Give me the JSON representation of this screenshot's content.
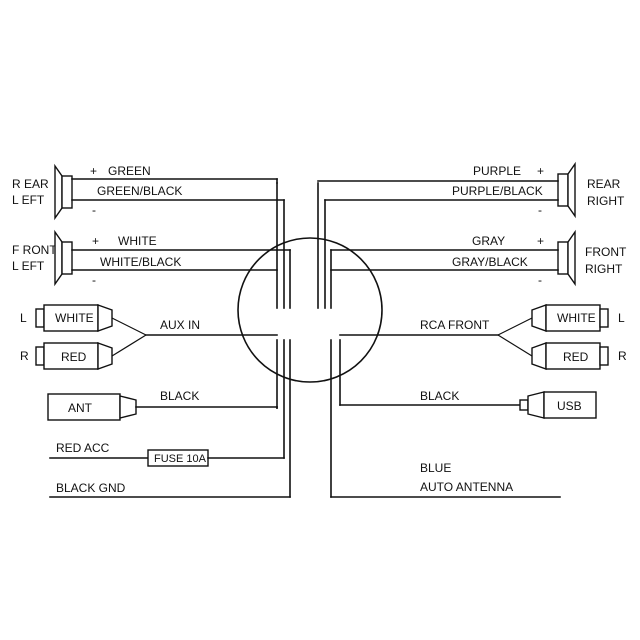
{
  "speakers": {
    "rear_left": {
      "name": [
        "R EAR",
        "L EFT"
      ],
      "wire_pos_color": "GREEN",
      "wire_neg_color": "GREEN/BLACK",
      "pos": "+",
      "neg": "-"
    },
    "front_left": {
      "name": [
        "F RONT",
        "L EFT"
      ],
      "wire_pos_color": "WHITE",
      "wire_neg_color": "WHITE/BLACK",
      "pos": "+",
      "neg": "-"
    },
    "rear_right": {
      "name": [
        "REAR",
        "RIGHT"
      ],
      "wire_pos_color": "PURPLE",
      "wire_neg_color": "PURPLE/BLACK",
      "pos": "+",
      "neg": "-"
    },
    "front_right": {
      "name": [
        "FRONT",
        "RIGHT"
      ],
      "wire_pos_color": "GRAY",
      "wire_neg_color": "GRAY/BLACK",
      "pos": "+",
      "neg": "-"
    }
  },
  "aux_in": {
    "label": "AUX IN",
    "left_plug": "WHITE",
    "right_plug": "RED",
    "left_channel": "L",
    "right_channel": "R"
  },
  "rca_front": {
    "label": "RCA FRONT",
    "left_plug": "WHITE",
    "right_plug": "RED",
    "left_channel": "L",
    "right_channel": "R"
  },
  "antenna": {
    "plug": "ANT",
    "wire_color": "BLACK"
  },
  "usb": {
    "plug": "USB",
    "wire_color": "BLACK"
  },
  "power": {
    "acc_label": "RED  ACC",
    "fuse_label": "FUSE  10A",
    "gnd_label": "BLACK  GND"
  },
  "auto_antenna": {
    "wire_color": "BLUE",
    "label": "AUTO ANTENNA"
  }
}
